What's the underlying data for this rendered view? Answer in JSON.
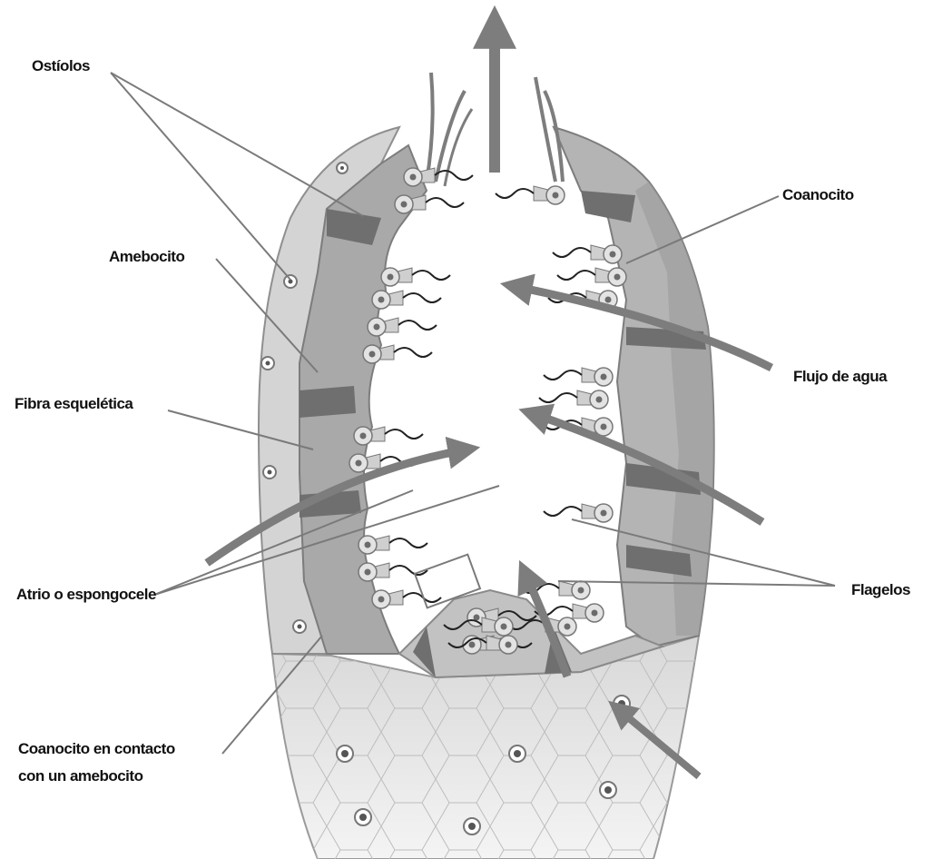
{
  "diagram": {
    "labels": {
      "ostiolos": "Ostíolos",
      "amebocito": "Amebocito",
      "fibra": "Fibra esquelética",
      "atrio": "Atrio o espongocele",
      "coanocito_contacto_1": "Coanocito en contacto",
      "coanocito_contacto_2": "con un amebocito",
      "coanocito": "Coanocito",
      "flujo": "Flujo de agua",
      "flagelos": "Flagelos"
    },
    "colors": {
      "wall_light": "#d7d7d7",
      "wall_mid": "#b4b4b4",
      "wall_dark": "#8a8a8a",
      "arrow": "#7d7d7d",
      "leader": "#7a7a7a",
      "cell_body": "#e3e3e3",
      "nucleus": "#6c6c6c"
    },
    "icons": [
      "water-flow-arrow",
      "choanocyte-cell",
      "porocyte"
    ]
  }
}
